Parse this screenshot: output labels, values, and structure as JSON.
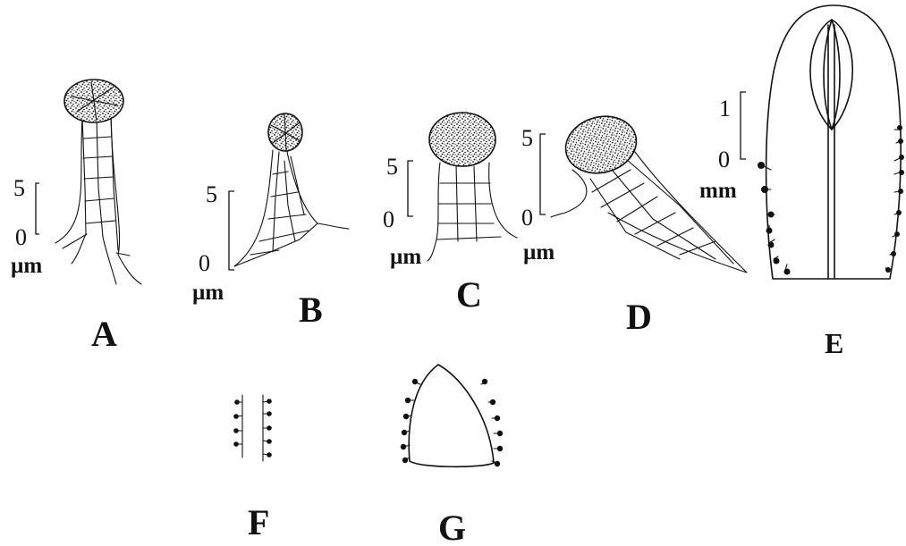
{
  "figures": [
    {
      "id": "A",
      "label": "A",
      "scale_top": "5",
      "scale_bottom": "0",
      "unit": "µm"
    },
    {
      "id": "B",
      "label": "B",
      "scale_top": "5",
      "scale_bottom": "0",
      "unit": "µm"
    },
    {
      "id": "C",
      "label": "C",
      "scale_top": "5",
      "scale_bottom": "0",
      "unit": "µm"
    },
    {
      "id": "D",
      "label": "D",
      "scale_top": "5",
      "scale_bottom": "0",
      "unit": "µm"
    },
    {
      "id": "E",
      "label": "E",
      "scale_top": "1",
      "scale_bottom": "0",
      "unit": "mm"
    },
    {
      "id": "F",
      "label": "F"
    },
    {
      "id": "G",
      "label": "G"
    }
  ],
  "colors": {
    "ink": "#111111",
    "background": "#ffffff"
  }
}
